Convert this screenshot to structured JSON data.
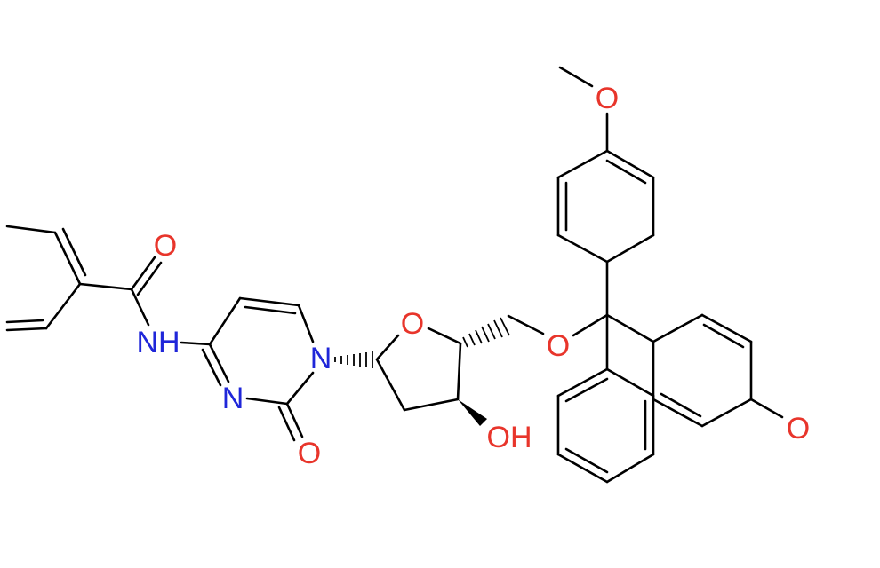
{
  "molecule": {
    "atom_labels": {
      "o_methoxy_top": "O",
      "o_amide": "O",
      "nh_amide": "NH",
      "n1_ring": "N",
      "n3_ring": "N",
      "o_carbonyl_ring": "O",
      "o_sugar_ring": "O",
      "o_ether": "O",
      "oh_sugar": "OH",
      "o_methoxy_right": "O"
    },
    "colors": {
      "bond": "#000000",
      "oxygen": "#e8352b",
      "nitrogen": "#1f26d9"
    }
  }
}
